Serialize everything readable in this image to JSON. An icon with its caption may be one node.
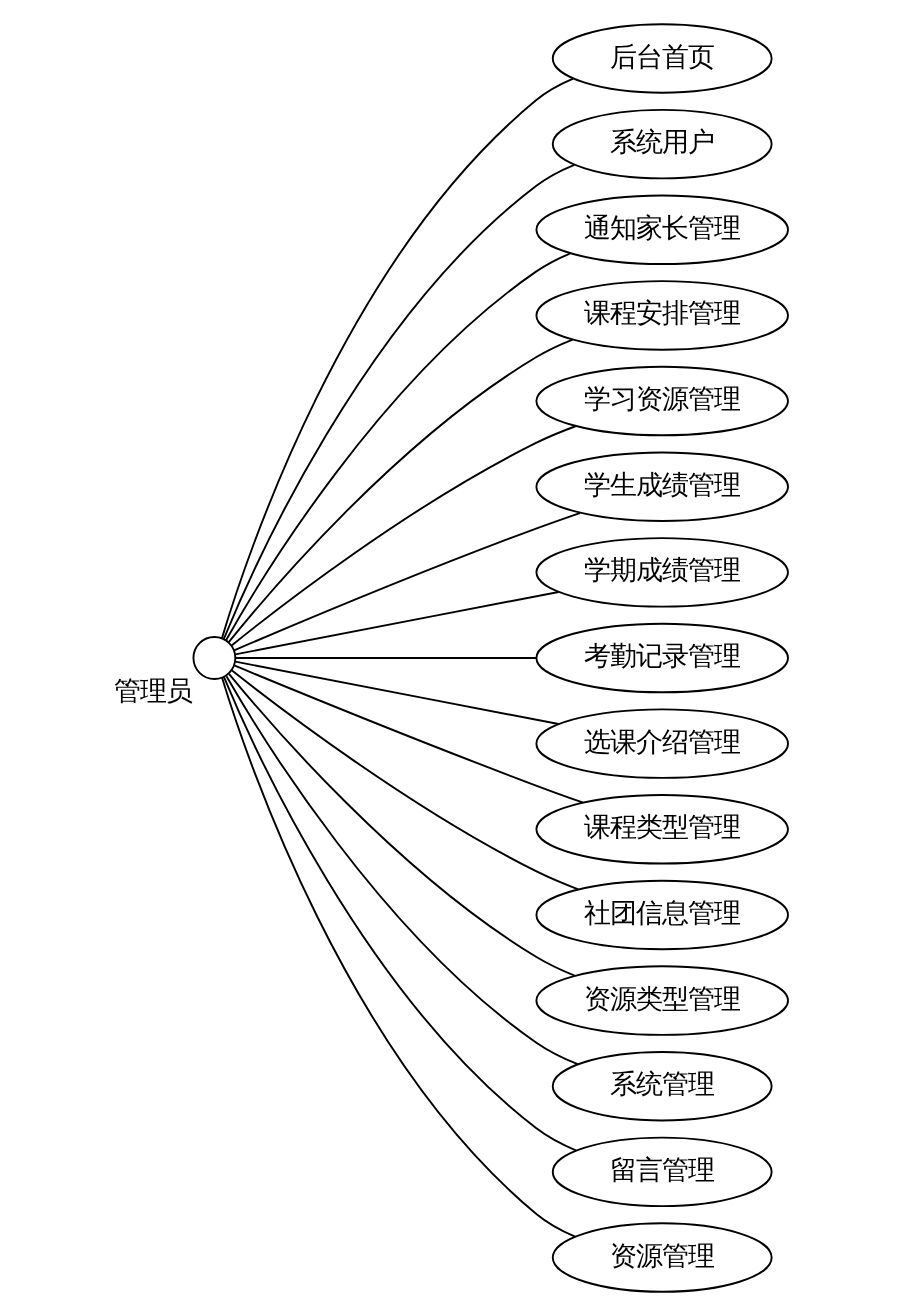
{
  "diagram": {
    "nodes": [
      {
        "text": [],
        "shape": "person",
        "beside": [
          "管理员"
        ]
      },
      {
        "text": [
          "后台首页"
        ]
      },
      {
        "text": [
          "系统用户"
        ]
      },
      {
        "text": [
          "通知家长管理"
        ]
      },
      {
        "text": [
          "课程安排管理"
        ]
      },
      {
        "text": [
          "学习资源管理"
        ]
      },
      {
        "text": [
          "学生成绩管理"
        ]
      },
      {
        "text": [
          "学期成绩管理"
        ]
      },
      {
        "text": [
          "考勤记录管理"
        ]
      },
      {
        "text": [
          "选课介绍管理"
        ]
      },
      {
        "text": [
          "课程类型管理"
        ]
      },
      {
        "text": [
          "社团信息管理"
        ]
      },
      {
        "text": [
          "资源类型管理"
        ]
      },
      {
        "text": [
          "系统管理"
        ]
      },
      {
        "text": [
          "留言管理"
        ]
      },
      {
        "text": [
          "资源管理"
        ]
      }
    ],
    "edges": [
      {
        "from": 0,
        "to": 1,
        "arrow": "none"
      },
      {
        "from": 0,
        "to": 2,
        "arrow": "none"
      },
      {
        "from": 0,
        "to": 3,
        "arrow": "none"
      },
      {
        "from": 0,
        "to": 4,
        "arrow": "none"
      },
      {
        "from": 0,
        "to": 5,
        "arrow": "none"
      },
      {
        "from": 0,
        "to": 6,
        "arrow": "none"
      },
      {
        "from": 0,
        "to": 7,
        "arrow": "none"
      },
      {
        "from": 0,
        "to": 8,
        "arrow": "none"
      },
      {
        "from": 0,
        "to": 9,
        "arrow": "none"
      },
      {
        "from": 0,
        "to": 10,
        "arrow": "none"
      },
      {
        "from": 0,
        "to": 11,
        "arrow": "none"
      },
      {
        "from": 0,
        "to": 12,
        "arrow": "none"
      },
      {
        "from": 0,
        "to": 13,
        "arrow": "none"
      },
      {
        "from": 0,
        "to": 14,
        "arrow": "none"
      },
      {
        "from": 0,
        "to": 15,
        "arrow": "none"
      }
    ]
  }
}
